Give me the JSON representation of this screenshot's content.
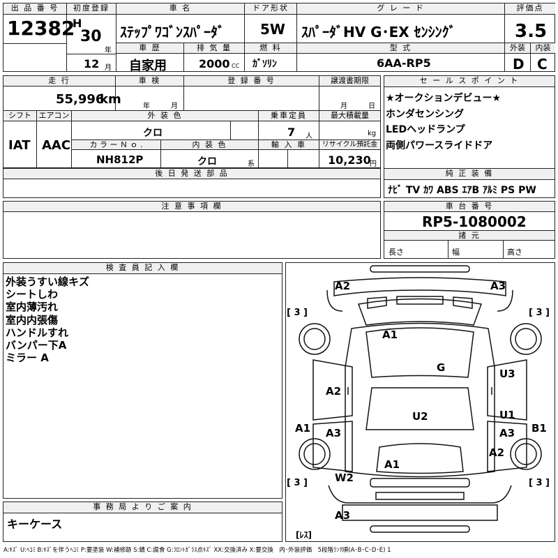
{
  "labels": {
    "lot_no": "出 品 番 号",
    "first_reg": "初度登録",
    "car_name": "車 名",
    "door": "ドア形状",
    "grade": "グ レ ー ド",
    "score": "評価点",
    "history": "車 歴",
    "displacement": "排 気 量",
    "fuel": "燃 料",
    "model_code": "型 式",
    "exterior": "外装",
    "interior": "内装",
    "mileage": "走 行",
    "inspection": "車 検",
    "reg_no": "登 録 番 号",
    "docs": "譲渡書期限",
    "sales_points": "セ ー ル ス ポ イ ン ト",
    "shift": "シフト",
    "aircon": "エアコン",
    "ext_color": "外 装 色",
    "capacity": "乗車定員",
    "max_load": "最大積載量",
    "color_no": "カ ラ ー Ｎ ｏ .",
    "int_color": "内 装 色",
    "import": "輸 入 車",
    "recycle": "リサイクル預託金",
    "later_parts": "後 日 発 送 部 品",
    "equipment": "純 正 装 備",
    "notes": "注 意 事 項 欄",
    "chassis": "車 台 番 号",
    "specs": "諸 元",
    "length": "長さ",
    "width": "幅",
    "height": "高さ",
    "inspector": "検 査 員 記 入 欄",
    "office": "事 務 局 よ り ご 案 内"
  },
  "units": {
    "year": "年",
    "month": "月",
    "cc": "CC",
    "km": "km",
    "people": "人",
    "kg": "kg",
    "yen": "円",
    "kei": "系",
    "nen": "年",
    "gatsu": "月"
  },
  "values": {
    "lot_no": "12382",
    "era": "H",
    "year": "30",
    "month": "12",
    "car_name": "ｽﾃｯﾌﾟﾜｺﾞﾝｽﾊﾟｰﾀﾞ",
    "door": "5W",
    "grade": "ｽﾊﾟｰﾀﾞHV G･EX ｾﾝｼﾝｸﾞ",
    "score": "3.5",
    "history": "自家用",
    "displacement": "2000",
    "fuel": "ｶﾞｿﾘﾝ",
    "model_code": "6AA-RP5",
    "exterior": "D",
    "interior": "C",
    "mileage": "55,996",
    "shift": "IAT",
    "aircon": "AAC",
    "ext_color": "クロ",
    "capacity": "7",
    "color_no": "NH812P",
    "int_color": "クロ",
    "recycle": "10,230",
    "chassis": "RP5-1080002"
  },
  "sales_points": [
    "★オークションデビュー★",
    "ホンダセンシング",
    "LEDヘッドランプ",
    "両側パワースライドドア"
  ],
  "equipment": "ﾅﾋﾞ TV ｶﾜ ABS ｴｱB ｱﾙﾐ PS PW",
  "inspector_notes": [
    "外装うすい線キズ",
    "シートしわ",
    "室内薄汚れ",
    "室内内張傷",
    "ハンドルすれ",
    "バンパー下A",
    "ミラー A"
  ],
  "office_note": "キーケース",
  "damage_marks": {
    "a2_tl": "A2",
    "a3_tr": "A3",
    "tl3": "[ 3 ]",
    "tr3": "[ 3 ]",
    "a1_top": "A1",
    "g": "G",
    "u3": "U3",
    "a2_l": "A2",
    "u2": "U2",
    "u1": "U1",
    "a1_l": "A1",
    "a3_l": "A3",
    "a3_r": "A3",
    "b1": "B1",
    "a2_r": "A2",
    "a1_bot": "A1",
    "w2": "W2",
    "bl3": "[ 3 ]",
    "br3": "[ 3 ]",
    "a3_bot": "A3",
    "less": "[ﾚｽ]"
  },
  "legend": "A:ｷｽﾞ U:ﾍｺﾐ B:ｷｽﾞを伴うﾍｺﾐ P:要塗装 W:補修跡 S:錆 C:腐食 G:ﾌﾛﾝﾄｶﾞﾗｽ点ｷｽﾞ XX:交換済み X:要交換　内･外装評価　5段階ﾗﾝｸ順(A･B･C･D･E) 1"
}
